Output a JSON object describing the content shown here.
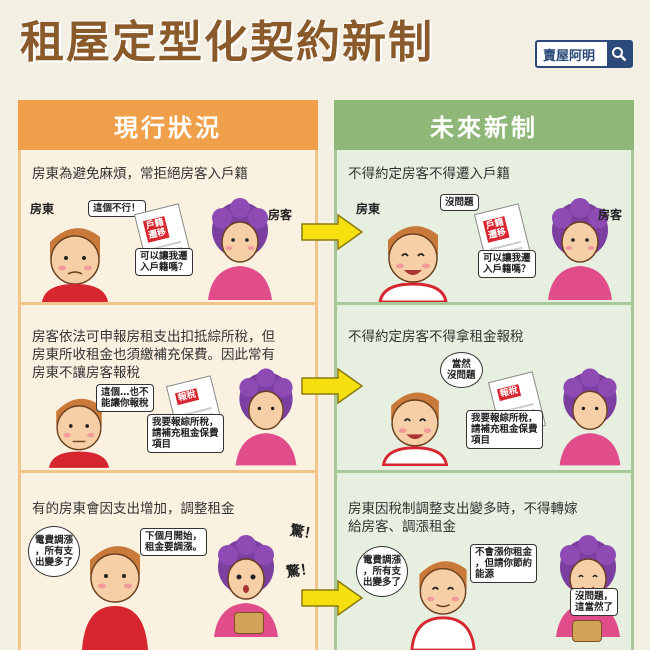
{
  "header": {
    "title": "租屋定型化契約新制",
    "search_badge": "賣屋阿明",
    "search_icon": "search-icon"
  },
  "columns": {
    "left_title": "現行狀況",
    "right_title": "未來新制"
  },
  "rows": [
    {
      "left": {
        "caption": "房東為避免麻煩，常拒絕房客入戶籍",
        "landlord_label": "房東",
        "tenant_label": "房客",
        "landlord_speech": "這個不行！",
        "tenant_speech": "可以讓我遷\n入戶籍嗎？",
        "document_tag": "戶籍\n遷移"
      },
      "right": {
        "caption": "不得約定房客不得遷入戶籍",
        "landlord_label": "房東",
        "tenant_label": "房客",
        "landlord_speech": "沒問題",
        "tenant_speech": "可以讓我遷\n入戶籍嗎？",
        "document_tag": "戶籍\n遷移"
      }
    },
    {
      "left": {
        "caption": "房客依法可申報房租支出扣抵綜所稅，但\n房東所收租金也須繳補充保費。因此常有\n房東不讓房客報稅",
        "landlord_speech": "這個…也不\n能讓你報稅",
        "tenant_speech": "我要報綜所稅，\n請補充租金保費\n項目",
        "document_tag": "報稅"
      },
      "right": {
        "caption": "不得約定房客不得拿租金報稅",
        "landlord_speech": "當然\n沒問題",
        "tenant_speech": "我要報綜所稅，\n請補充租金保費\n項目",
        "document_tag": "報稅"
      }
    },
    {
      "left": {
        "caption": "有的房東會因支出增加，調整租金",
        "landlord_thought": "電費調漲\n，所有支\n出變多了",
        "landlord_speech": "下個月開始，\n租金要調漲。",
        "tenant_exclaim_1": "驚！",
        "tenant_exclaim_2": "驚！"
      },
      "right": {
        "caption": "房東因稅制調整支出變多時，不得轉嫁\n給房客、調漲租金",
        "landlord_thought": "電費調漲\n，所有支\n出變多了",
        "landlord_speech": "不會漲你租金\n，但請你節約\n能源",
        "tenant_speech": "沒問題，\n這當然了"
      }
    }
  ],
  "colors": {
    "title_brown": "#8a5a2a",
    "left_accent": "#f0a04a",
    "right_accent": "#8fb878",
    "arrow_yellow": "#f6e010",
    "tenant_purple": "#7b3fa0",
    "landlord_red": "#d7262f"
  }
}
